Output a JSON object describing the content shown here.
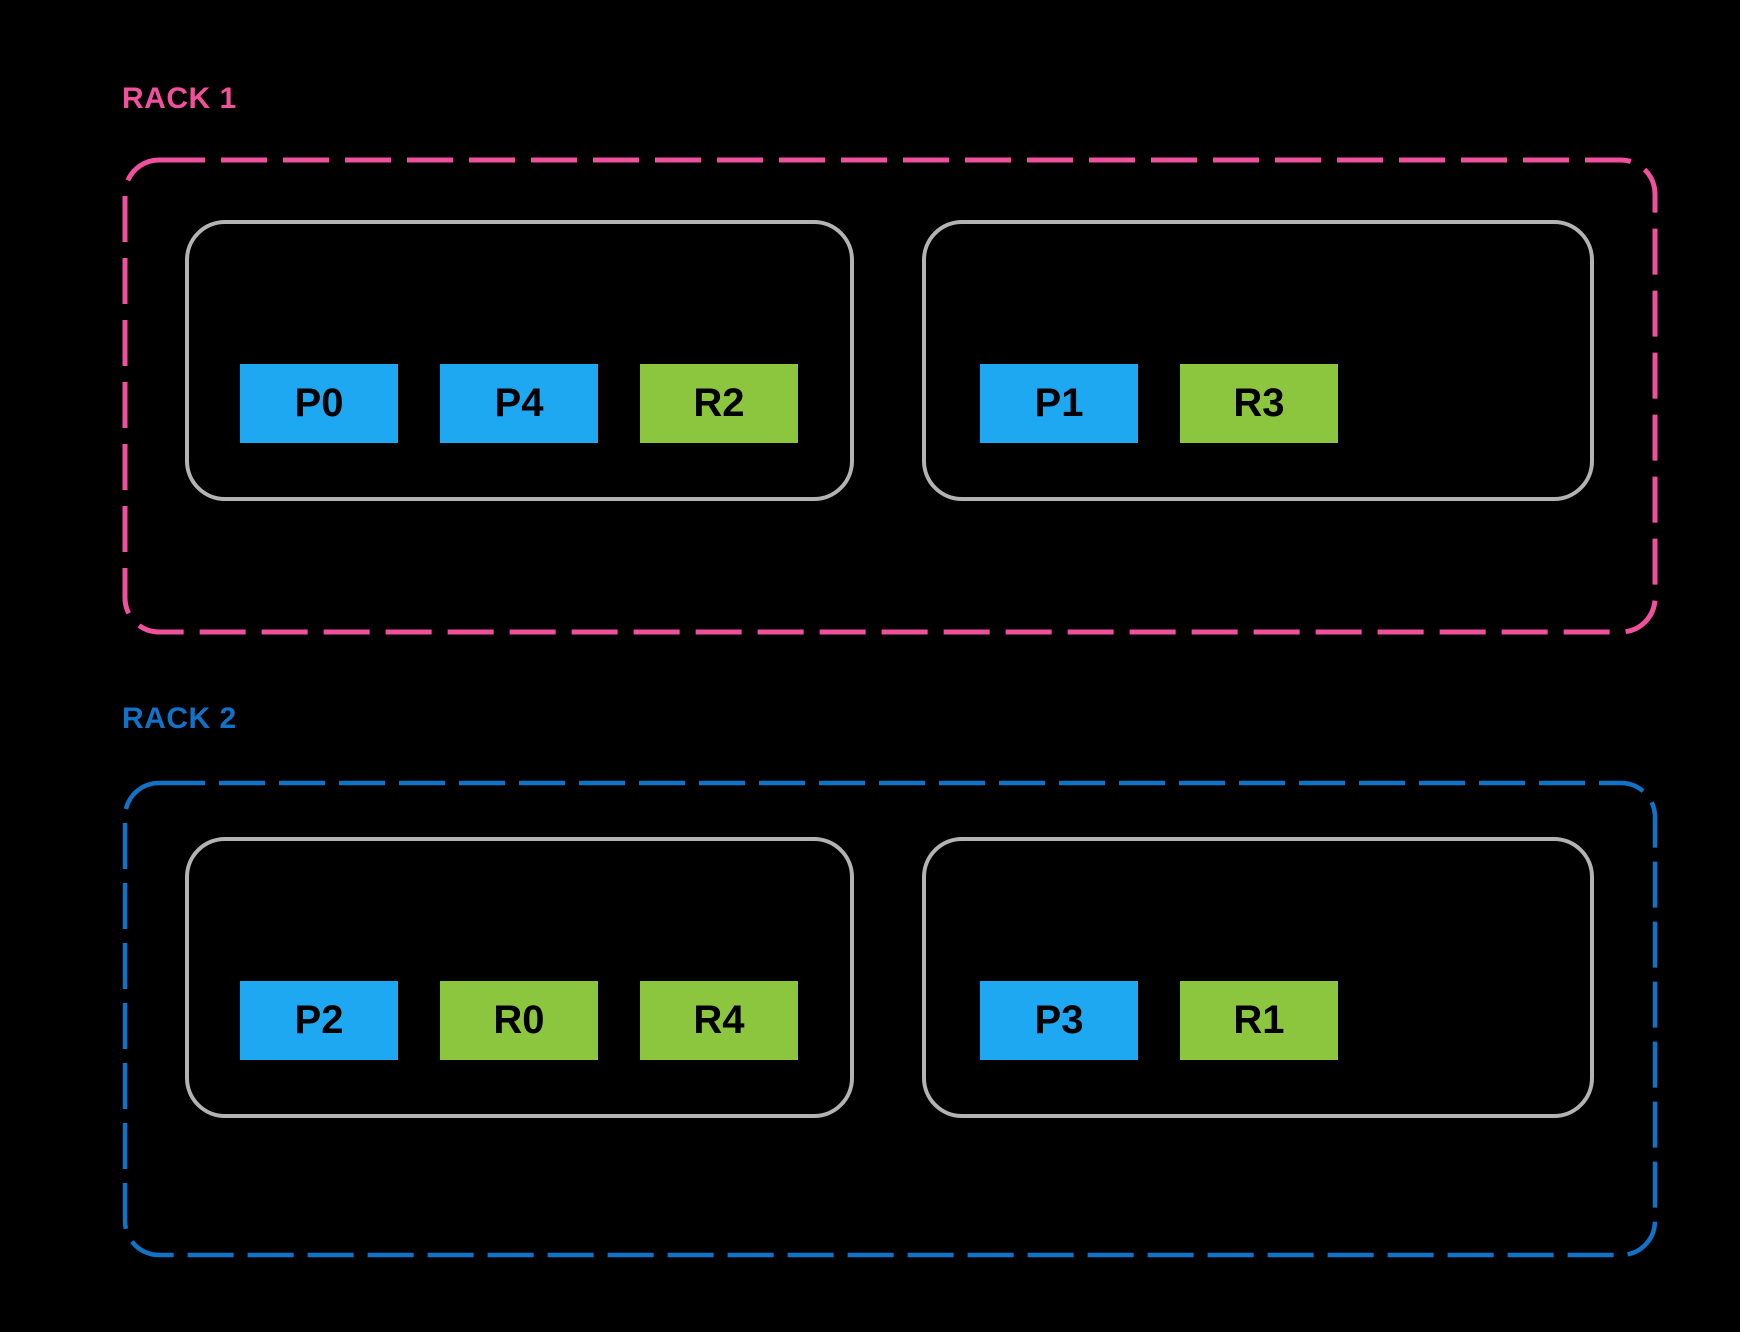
{
  "colors": {
    "background": "#000000",
    "rack1_accent": "#F0509C",
    "rack2_accent": "#1173C8",
    "host_border": "#B3B3B3",
    "block_blue": "#1FA8F2",
    "block_green": "#8CC63F",
    "block_text": "#000000"
  },
  "racks": [
    {
      "label": "RACK 1",
      "hosts": [
        {
          "blocks": [
            {
              "label": "P0",
              "kind": "blue"
            },
            {
              "label": "P4",
              "kind": "blue"
            },
            {
              "label": "R2",
              "kind": "green"
            }
          ]
        },
        {
          "blocks": [
            {
              "label": "P1",
              "kind": "blue"
            },
            {
              "label": "R3",
              "kind": "green"
            }
          ]
        }
      ]
    },
    {
      "label": "RACK 2",
      "hosts": [
        {
          "blocks": [
            {
              "label": "P2",
              "kind": "blue"
            },
            {
              "label": "R0",
              "kind": "green"
            },
            {
              "label": "R4",
              "kind": "green"
            }
          ]
        },
        {
          "blocks": [
            {
              "label": "P3",
              "kind": "blue"
            },
            {
              "label": "R1",
              "kind": "green"
            }
          ]
        }
      ]
    }
  ]
}
